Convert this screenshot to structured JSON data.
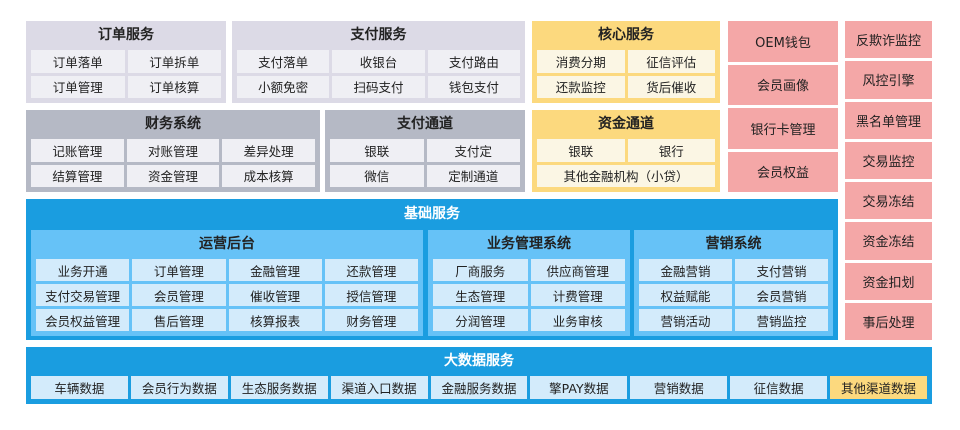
{
  "panels": [
    {
      "id": "order",
      "title": "订单服务",
      "cls": "gray1",
      "cols": 2,
      "items": [
        "订单落单",
        "订单拆单",
        "订单管理",
        "订单核算"
      ]
    },
    {
      "id": "pay",
      "title": "支付服务",
      "cls": "gray1",
      "cols": 3,
      "items": [
        "支付落单",
        "收银台",
        "支付路由",
        "小额免密",
        "扫码支付",
        "钱包支付"
      ]
    },
    {
      "id": "finance",
      "title": "财务系统",
      "cls": "gray2",
      "cols": 3,
      "items": [
        "记账管理",
        "对账管理",
        "差异处理",
        "结算管理",
        "资金管理",
        "成本核算"
      ]
    },
    {
      "id": "paychannel",
      "title": "支付通道",
      "cls": "gray2",
      "cols": 2,
      "items": [
        "银联",
        "支付定",
        "微信",
        "定制通道"
      ]
    },
    {
      "id": "core",
      "title": "核心服务",
      "cls": "yellow",
      "cols": 2,
      "items": [
        "消费分期",
        "征信评估",
        "还款监控",
        "货后催收"
      ]
    },
    {
      "id": "fund",
      "title": "资金通道",
      "cls": "yellow",
      "cols": 2,
      "items": [
        "银联",
        "银行",
        {
          "label": "其他金融机构（小贷）",
          "span": 2
        }
      ]
    },
    {
      "id": "ops",
      "title": "运营后台",
      "cls": "sub",
      "cols": 4,
      "items": [
        "业务开通",
        "订单管理",
        "金融管理",
        "还款管理",
        "支付交易管理",
        "会员管理",
        "催收管理",
        "授信管理",
        "会员权益管理",
        "售后管理",
        "核算报表",
        "财务管理"
      ]
    },
    {
      "id": "bizmgmt",
      "title": "业务管理系统",
      "cls": "sub",
      "cols": 2,
      "items": [
        "厂商服务",
        "供应商管理",
        "生态管理",
        "计费管理",
        "分润管理",
        "业务审核"
      ]
    },
    {
      "id": "marketing",
      "title": "营销系统",
      "cls": "sub",
      "cols": 2,
      "items": [
        "金融营销",
        "支付营销",
        "权益赋能",
        "会员营销",
        "营销活动",
        "营销监控"
      ]
    }
  ],
  "pink_col1": [
    "OEM钱包",
    "会员画像",
    "银行卡管理",
    "会员权益"
  ],
  "pink_col2": [
    "反欺诈监控",
    "风控引擎",
    "黑名单管理",
    "交易监控",
    "交易冻结",
    "资金冻结",
    "资金扣划",
    "事后处理"
  ],
  "base_title": "基础服务",
  "bigdata": {
    "title": "大数据服务",
    "items": [
      "车辆数据",
      "会员行为数据",
      "生态服务数据",
      "渠道入口数据",
      "金融服务数据",
      "擎PAY数据",
      "营销数据",
      "征信数据",
      "其他渠道数据"
    ],
    "highlight_index": 8
  },
  "colors": {
    "blue": "#1a9de0",
    "yellow": "#fcd97e",
    "pink": "#f4a7a7",
    "gray": "#dcdae6"
  }
}
